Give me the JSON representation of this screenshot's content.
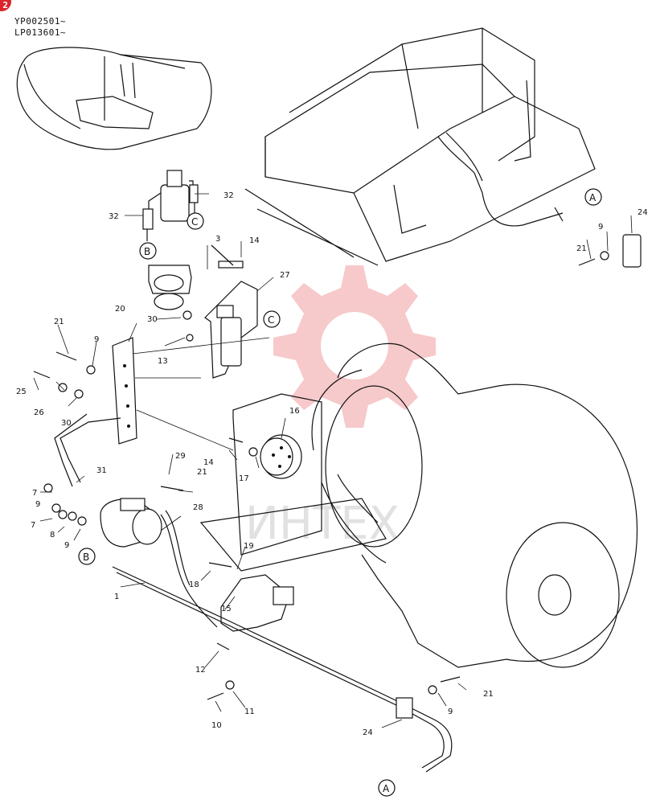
{
  "page_badge": "2",
  "serial_numbers": [
    "YP002501~",
    "LP013601~"
  ],
  "callouts": [
    "A",
    "B",
    "C"
  ],
  "watermark_text": "ИНТЕХ",
  "part_labels": {
    "p1": "1",
    "p3": "3",
    "p7a": "7",
    "p7b": "7",
    "p8": "8",
    "p9a": "9",
    "p9b": "9",
    "p9c": "9",
    "p9d": "9",
    "p9e": "9",
    "p10": "10",
    "p11": "11",
    "p12": "12",
    "p13": "13",
    "p14a": "14",
    "p14b": "14",
    "p15": "15",
    "p16": "16",
    "p17": "17",
    "p18": "18",
    "p19": "19",
    "p20": "20",
    "p21a": "21",
    "p21b": "21",
    "p21c": "21",
    "p21d": "21",
    "p24a": "24",
    "p24b": "24",
    "p25": "25",
    "p26": "26",
    "p27": "27",
    "p28": "28",
    "p29": "29",
    "p30a": "30",
    "p30b": "30",
    "p31": "31",
    "p32a": "32",
    "p32b": "32"
  },
  "colors": {
    "line": "#111111",
    "watermark": "#f4b7b9",
    "badge": "#d9252b"
  }
}
